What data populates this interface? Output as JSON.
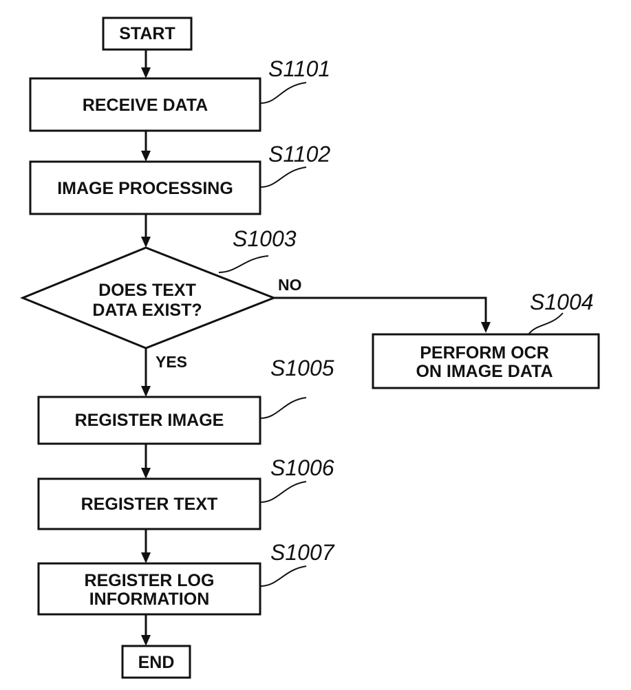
{
  "flowchart": {
    "nodes": {
      "start": {
        "text": "START"
      },
      "receive": {
        "text": "RECEIVE DATA",
        "step": "S1101"
      },
      "imageproc": {
        "text": "IMAGE PROCESSING",
        "step": "S1102"
      },
      "decision": {
        "line1": "DOES TEXT",
        "line2": "DATA EXIST?",
        "step": "S1003"
      },
      "ocr": {
        "line1": "PERFORM OCR",
        "line2": "ON IMAGE DATA",
        "step": "S1004"
      },
      "regimage": {
        "text": "REGISTER IMAGE",
        "step": "S1005"
      },
      "regtext": {
        "text": "REGISTER TEXT",
        "step": "S1006"
      },
      "reglog": {
        "line1": "REGISTER LOG",
        "line2": "INFORMATION",
        "step": "S1007"
      },
      "end": {
        "text": "END"
      }
    },
    "edges": {
      "no_label": "NO",
      "yes_label": "YES"
    }
  }
}
